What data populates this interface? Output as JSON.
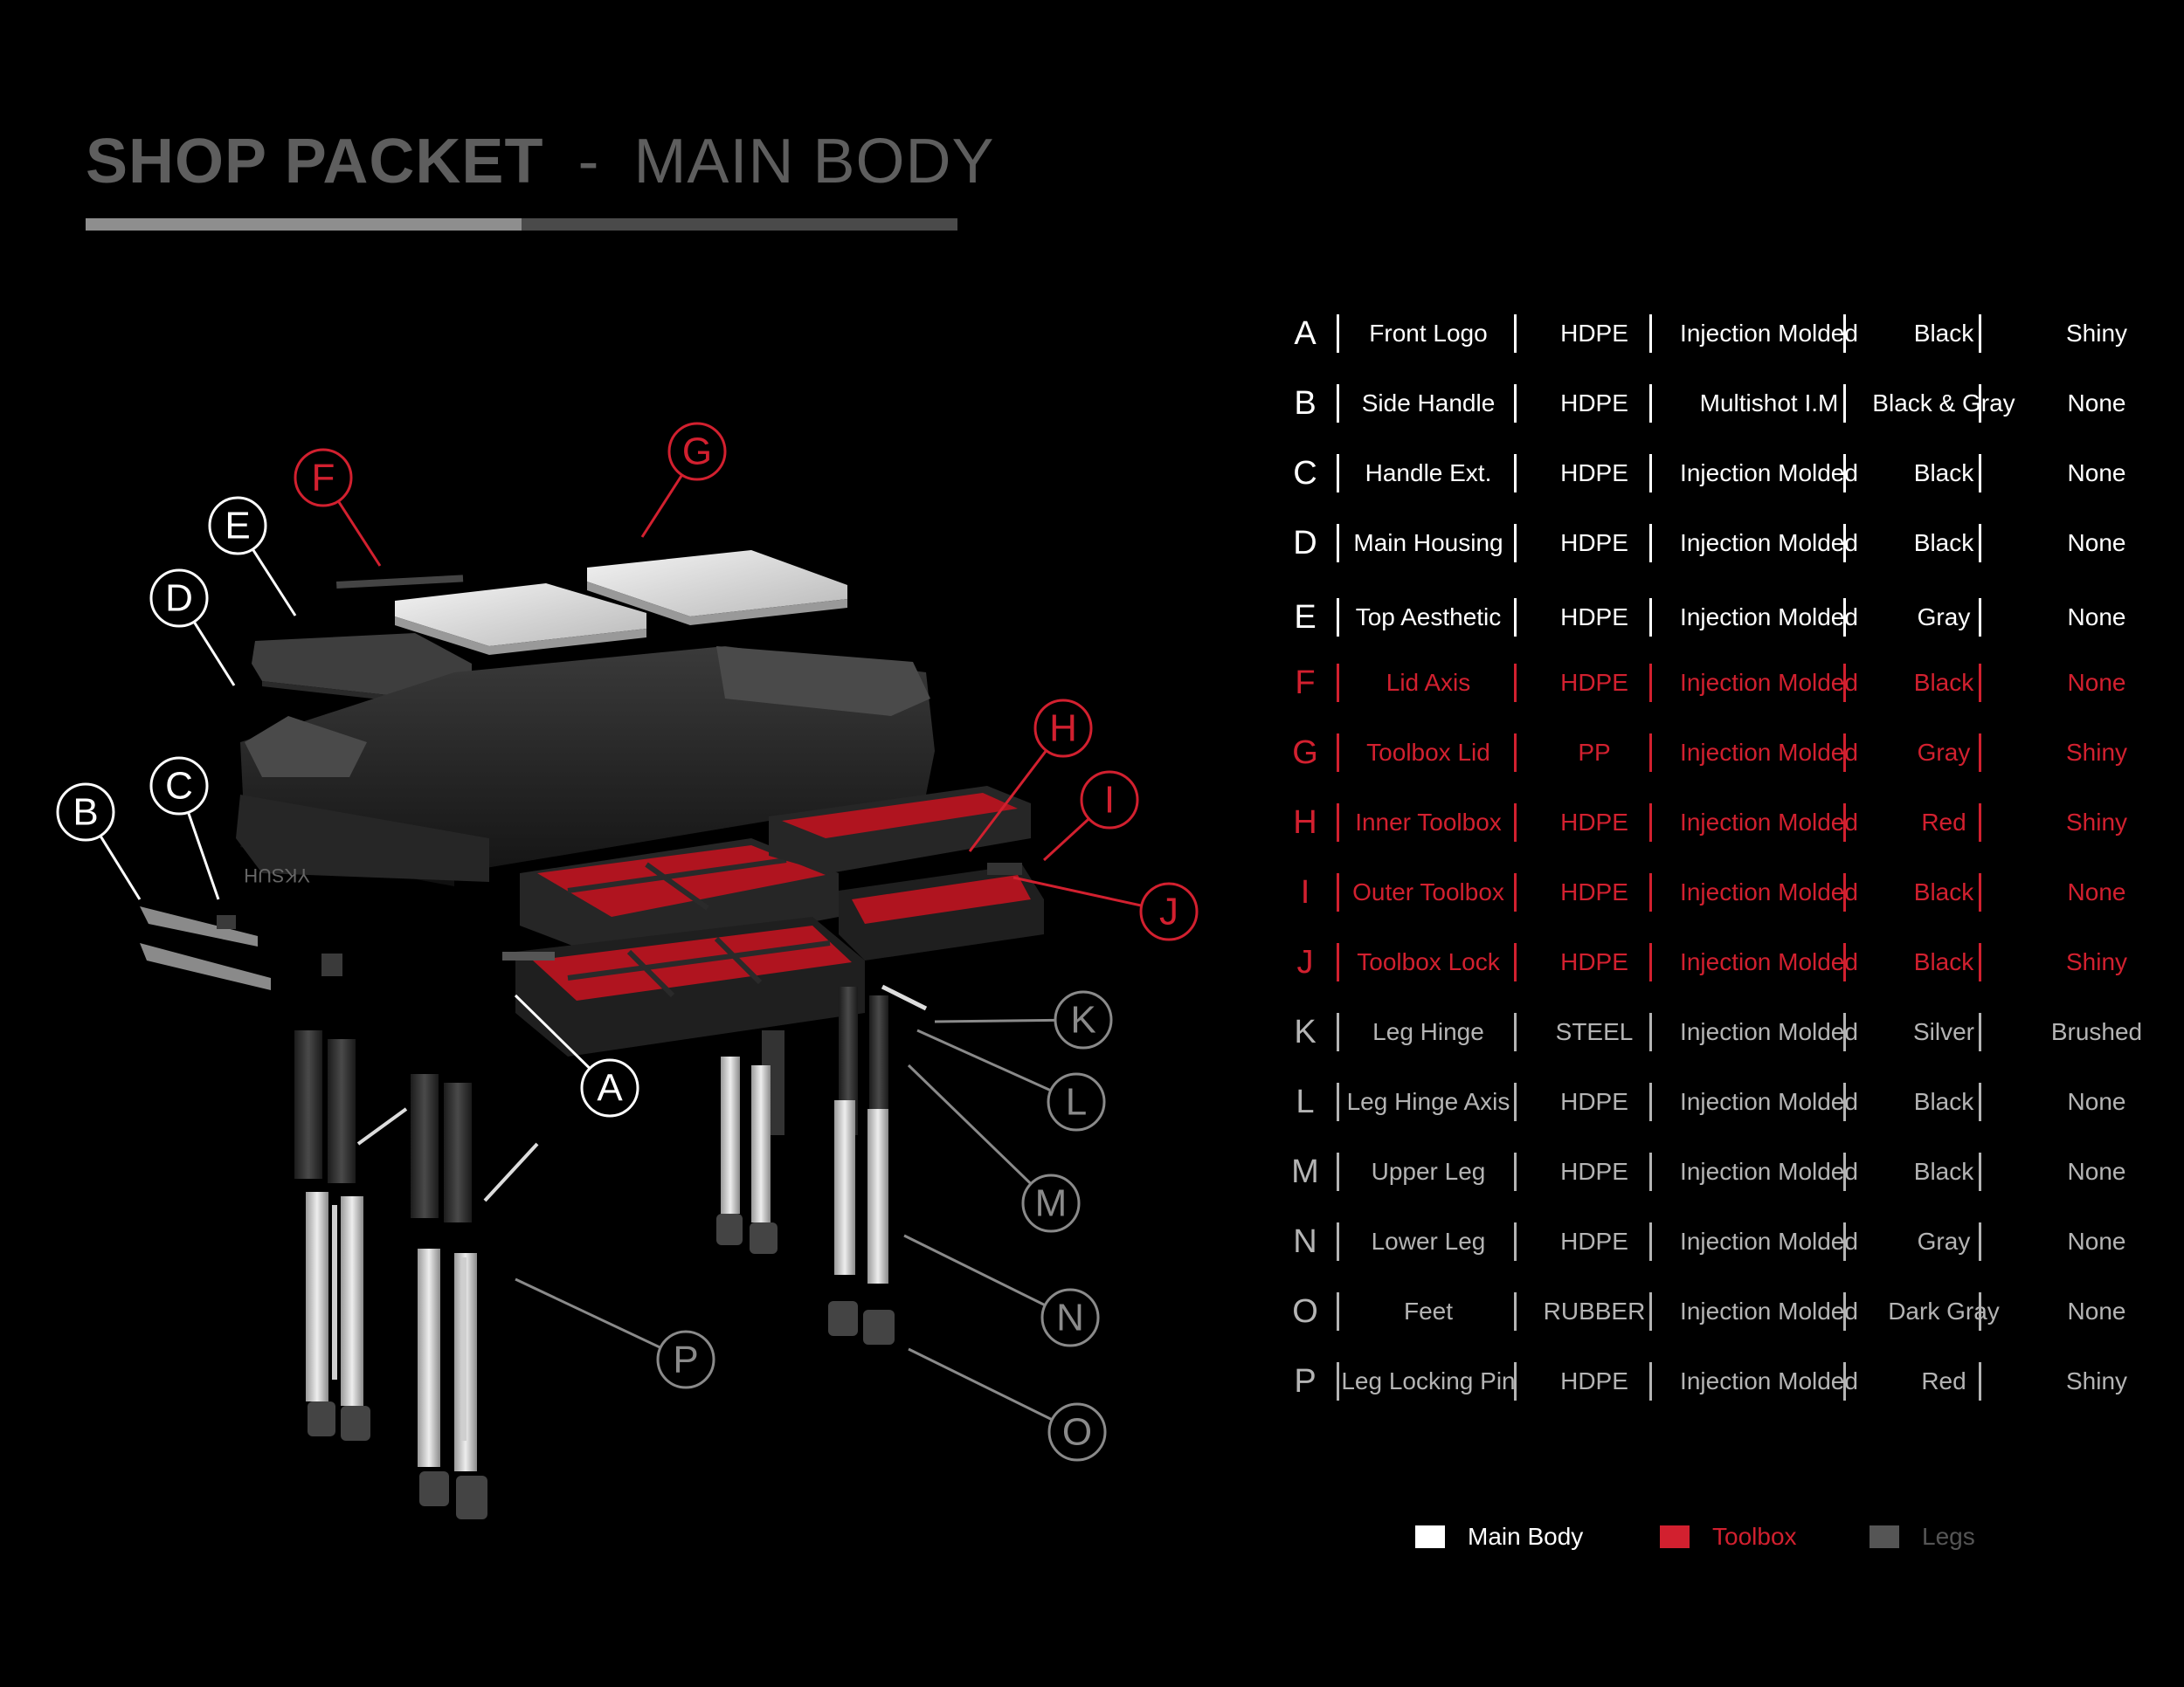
{
  "header": {
    "title_main": "SHOP PACKET",
    "title_sep": "-",
    "title_sub": "MAIN BODY",
    "progress": 0.5
  },
  "colors": {
    "background": "#000000",
    "main_body": "#ffffff",
    "toolbox": "#d2202f",
    "legs": "#b4b4b4",
    "legs_swatch": "#555555",
    "title": "#5e5e5e"
  },
  "callouts": [
    "A",
    "B",
    "C",
    "D",
    "E",
    "F",
    "G",
    "H",
    "I",
    "J",
    "K",
    "L",
    "M",
    "N",
    "O",
    "P"
  ],
  "parts": [
    {
      "letter": "A",
      "name": "Front Logo",
      "material": "HDPE",
      "process": "Injection Molded",
      "color": "Black",
      "finish": "Shiny",
      "group": "main"
    },
    {
      "letter": "B",
      "name": "Side Handle",
      "material": "HDPE",
      "process": "Multishot I.M",
      "color": "Black & Gray",
      "finish": "None",
      "group": "main"
    },
    {
      "letter": "C",
      "name": "Handle Ext.",
      "material": "HDPE",
      "process": "Injection Molded",
      "color": "Black",
      "finish": "None",
      "group": "main"
    },
    {
      "letter": "D",
      "name": "Main Housing",
      "material": "HDPE",
      "process": "Injection Molded",
      "color": "Black",
      "finish": "None",
      "group": "main"
    },
    {
      "letter": "E",
      "name": "Top Aesthetic",
      "material": "HDPE",
      "process": "Injection Molded",
      "color": "Gray",
      "finish": "None",
      "group": "main"
    },
    {
      "letter": "F",
      "name": "Lid Axis",
      "material": "HDPE",
      "process": "Injection Molded",
      "color": "Black",
      "finish": "None",
      "group": "tool"
    },
    {
      "letter": "G",
      "name": "Toolbox Lid",
      "material": "PP",
      "process": "Injection Molded",
      "color": "Gray",
      "finish": "Shiny",
      "group": "tool"
    },
    {
      "letter": "H",
      "name": "Inner Toolbox",
      "material": "HDPE",
      "process": "Injection Molded",
      "color": "Red",
      "finish": "Shiny",
      "group": "tool"
    },
    {
      "letter": "I",
      "name": "Outer Toolbox",
      "material": "HDPE",
      "process": "Injection Molded",
      "color": "Black",
      "finish": "None",
      "group": "tool"
    },
    {
      "letter": "J",
      "name": "Toolbox Lock",
      "material": "HDPE",
      "process": "Injection Molded",
      "color": "Black",
      "finish": "Shiny",
      "group": "tool"
    },
    {
      "letter": "K",
      "name": "Leg Hinge",
      "material": "STEEL",
      "process": "Injection Molded",
      "color": "Silver",
      "finish": "Brushed",
      "group": "legs"
    },
    {
      "letter": "L",
      "name": "Leg Hinge Axis",
      "material": "HDPE",
      "process": "Injection Molded",
      "color": "Black",
      "finish": "None",
      "group": "legs"
    },
    {
      "letter": "M",
      "name": "Upper Leg",
      "material": "HDPE",
      "process": "Injection Molded",
      "color": "Black",
      "finish": "None",
      "group": "legs"
    },
    {
      "letter": "N",
      "name": "Lower Leg",
      "material": "HDPE",
      "process": "Injection Molded",
      "color": "Gray",
      "finish": "None",
      "group": "legs"
    },
    {
      "letter": "O",
      "name": "Feet",
      "material": "RUBBER",
      "process": "Injection Molded",
      "color": "Dark Gray",
      "finish": "None",
      "group": "legs"
    },
    {
      "letter": "P",
      "name": "Leg Locking Pin",
      "material": "HDPE",
      "process": "Injection Molded",
      "color": "Red",
      "finish": "Shiny",
      "group": "legs"
    }
  ],
  "legend": [
    {
      "label": "Main Body",
      "color": "#ffffff",
      "text_color": "#ffffff"
    },
    {
      "label": "Toolbox",
      "color": "#d2202f",
      "text_color": "#d2202f"
    },
    {
      "label": "Legs",
      "color": "#555555",
      "text_color": "#555555"
    }
  ]
}
